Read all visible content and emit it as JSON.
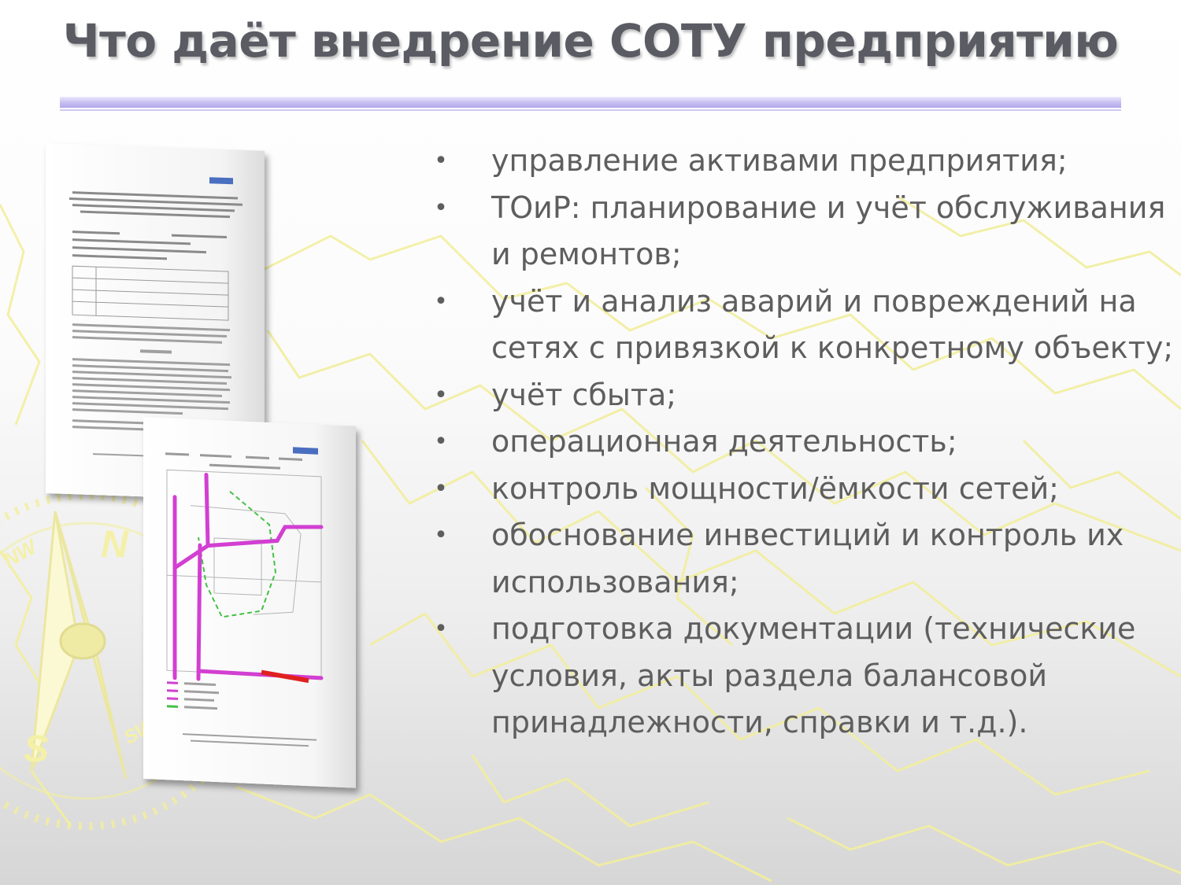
{
  "slide": {
    "title": "Что даёт внедрение СОТУ предприятию",
    "bullet_glyph": "•",
    "bullets": [
      "управление активами предприятия;",
      "ТОиР: планирование и учёт обслуживания и ремонтов;",
      "учёт и анализ аварий и повреждений на сетях с привязкой к конкретному объекту;",
      "учёт сбыта;",
      "операционная деятельность;",
      "контроль мощности/ёмкости сетей;",
      "обоснование инвестиций и контроль их использования;",
      "подготовка документации (технические условия, акты раздела балансовой принадлежности, справки и т.д.)."
    ],
    "compass_letters": {
      "north": "N",
      "south": "S",
      "northwest": "NW",
      "southwest": "SW"
    }
  },
  "colors": {
    "title": "#5b5b64",
    "body_text": "#5e5e5e",
    "rule": "#b9aef0",
    "background_lines": "#f4f0a0",
    "map_pipe": "#d040d0",
    "map_green": "#40c040",
    "map_red": "#e02020"
  }
}
